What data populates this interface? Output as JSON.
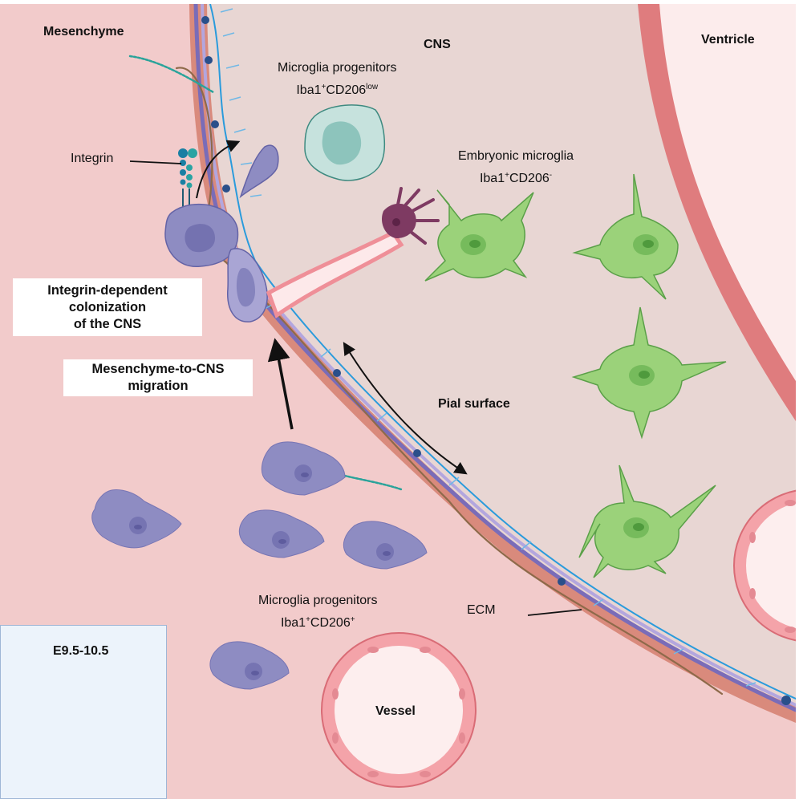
{
  "regions": {
    "mesenchyme": "Mesenchyme",
    "cns": "CNS",
    "ventricle": "Ventricle",
    "vessel": "Vessel",
    "pial_surface": "Pial surface"
  },
  "cell_labels": {
    "cns_progenitors": {
      "line1": "Microglia progenitors",
      "marker_base1": "Iba1",
      "marker_sup1": "+",
      "marker_base2": "CD206",
      "marker_sup2": "low"
    },
    "embryonic_microglia": {
      "line1": "Embryonic microglia",
      "marker_base1": "Iba1",
      "marker_sup1": "+",
      "marker_base2": "CD206",
      "marker_sup2": "-"
    },
    "mesenchyme_progenitors": {
      "line1": "Microglia progenitors",
      "marker_base1": "Iba1",
      "marker_sup1": "+",
      "marker_base2": "CD206",
      "marker_sup2": "+"
    }
  },
  "callouts": {
    "integrin": "Integrin",
    "ecm": "ECM"
  },
  "process_boxes": {
    "colonization": [
      "Integrin-dependent",
      "colonization",
      "of the CNS"
    ],
    "migration": [
      "Mesenchyme-to-CNS",
      "migration"
    ]
  },
  "inset": {
    "stage": "E9.5-10.5"
  },
  "colors": {
    "mesenchyme_bg": "#f2cbcb",
    "cns_bg": "#e8d6d3",
    "ventricle_bg": "#fcecec",
    "ventricle_wall": "#df7c7e",
    "pial_band": "#d98a7c",
    "progenitor_purple": "#8e8cc2",
    "microglia_green": "#9bd27a",
    "cns_progenitor_teal": "#c6e2dd",
    "dendritic_cell": "#7e3a62",
    "vessel_cell": "#f4a3a9",
    "inset_bg": "#ecf3fb",
    "embryo": "#d99a97",
    "highlight_box": "#c8342c"
  }
}
